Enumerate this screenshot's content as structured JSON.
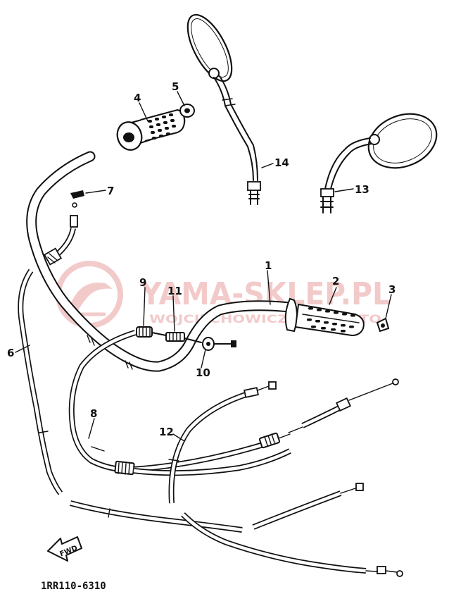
{
  "watermark": {
    "title": "YAMA-SKLEP.PL",
    "subtitle": "WOJCIECHOWICZ FOR MOTO",
    "color": "#e8a0a0"
  },
  "callouts": [
    "1",
    "2",
    "3",
    "4",
    "5",
    "6",
    "7",
    "8",
    "9",
    "10",
    "11",
    "12",
    "13",
    "14"
  ],
  "fwd_label": "FWD",
  "part_code": "1RR110-6310"
}
